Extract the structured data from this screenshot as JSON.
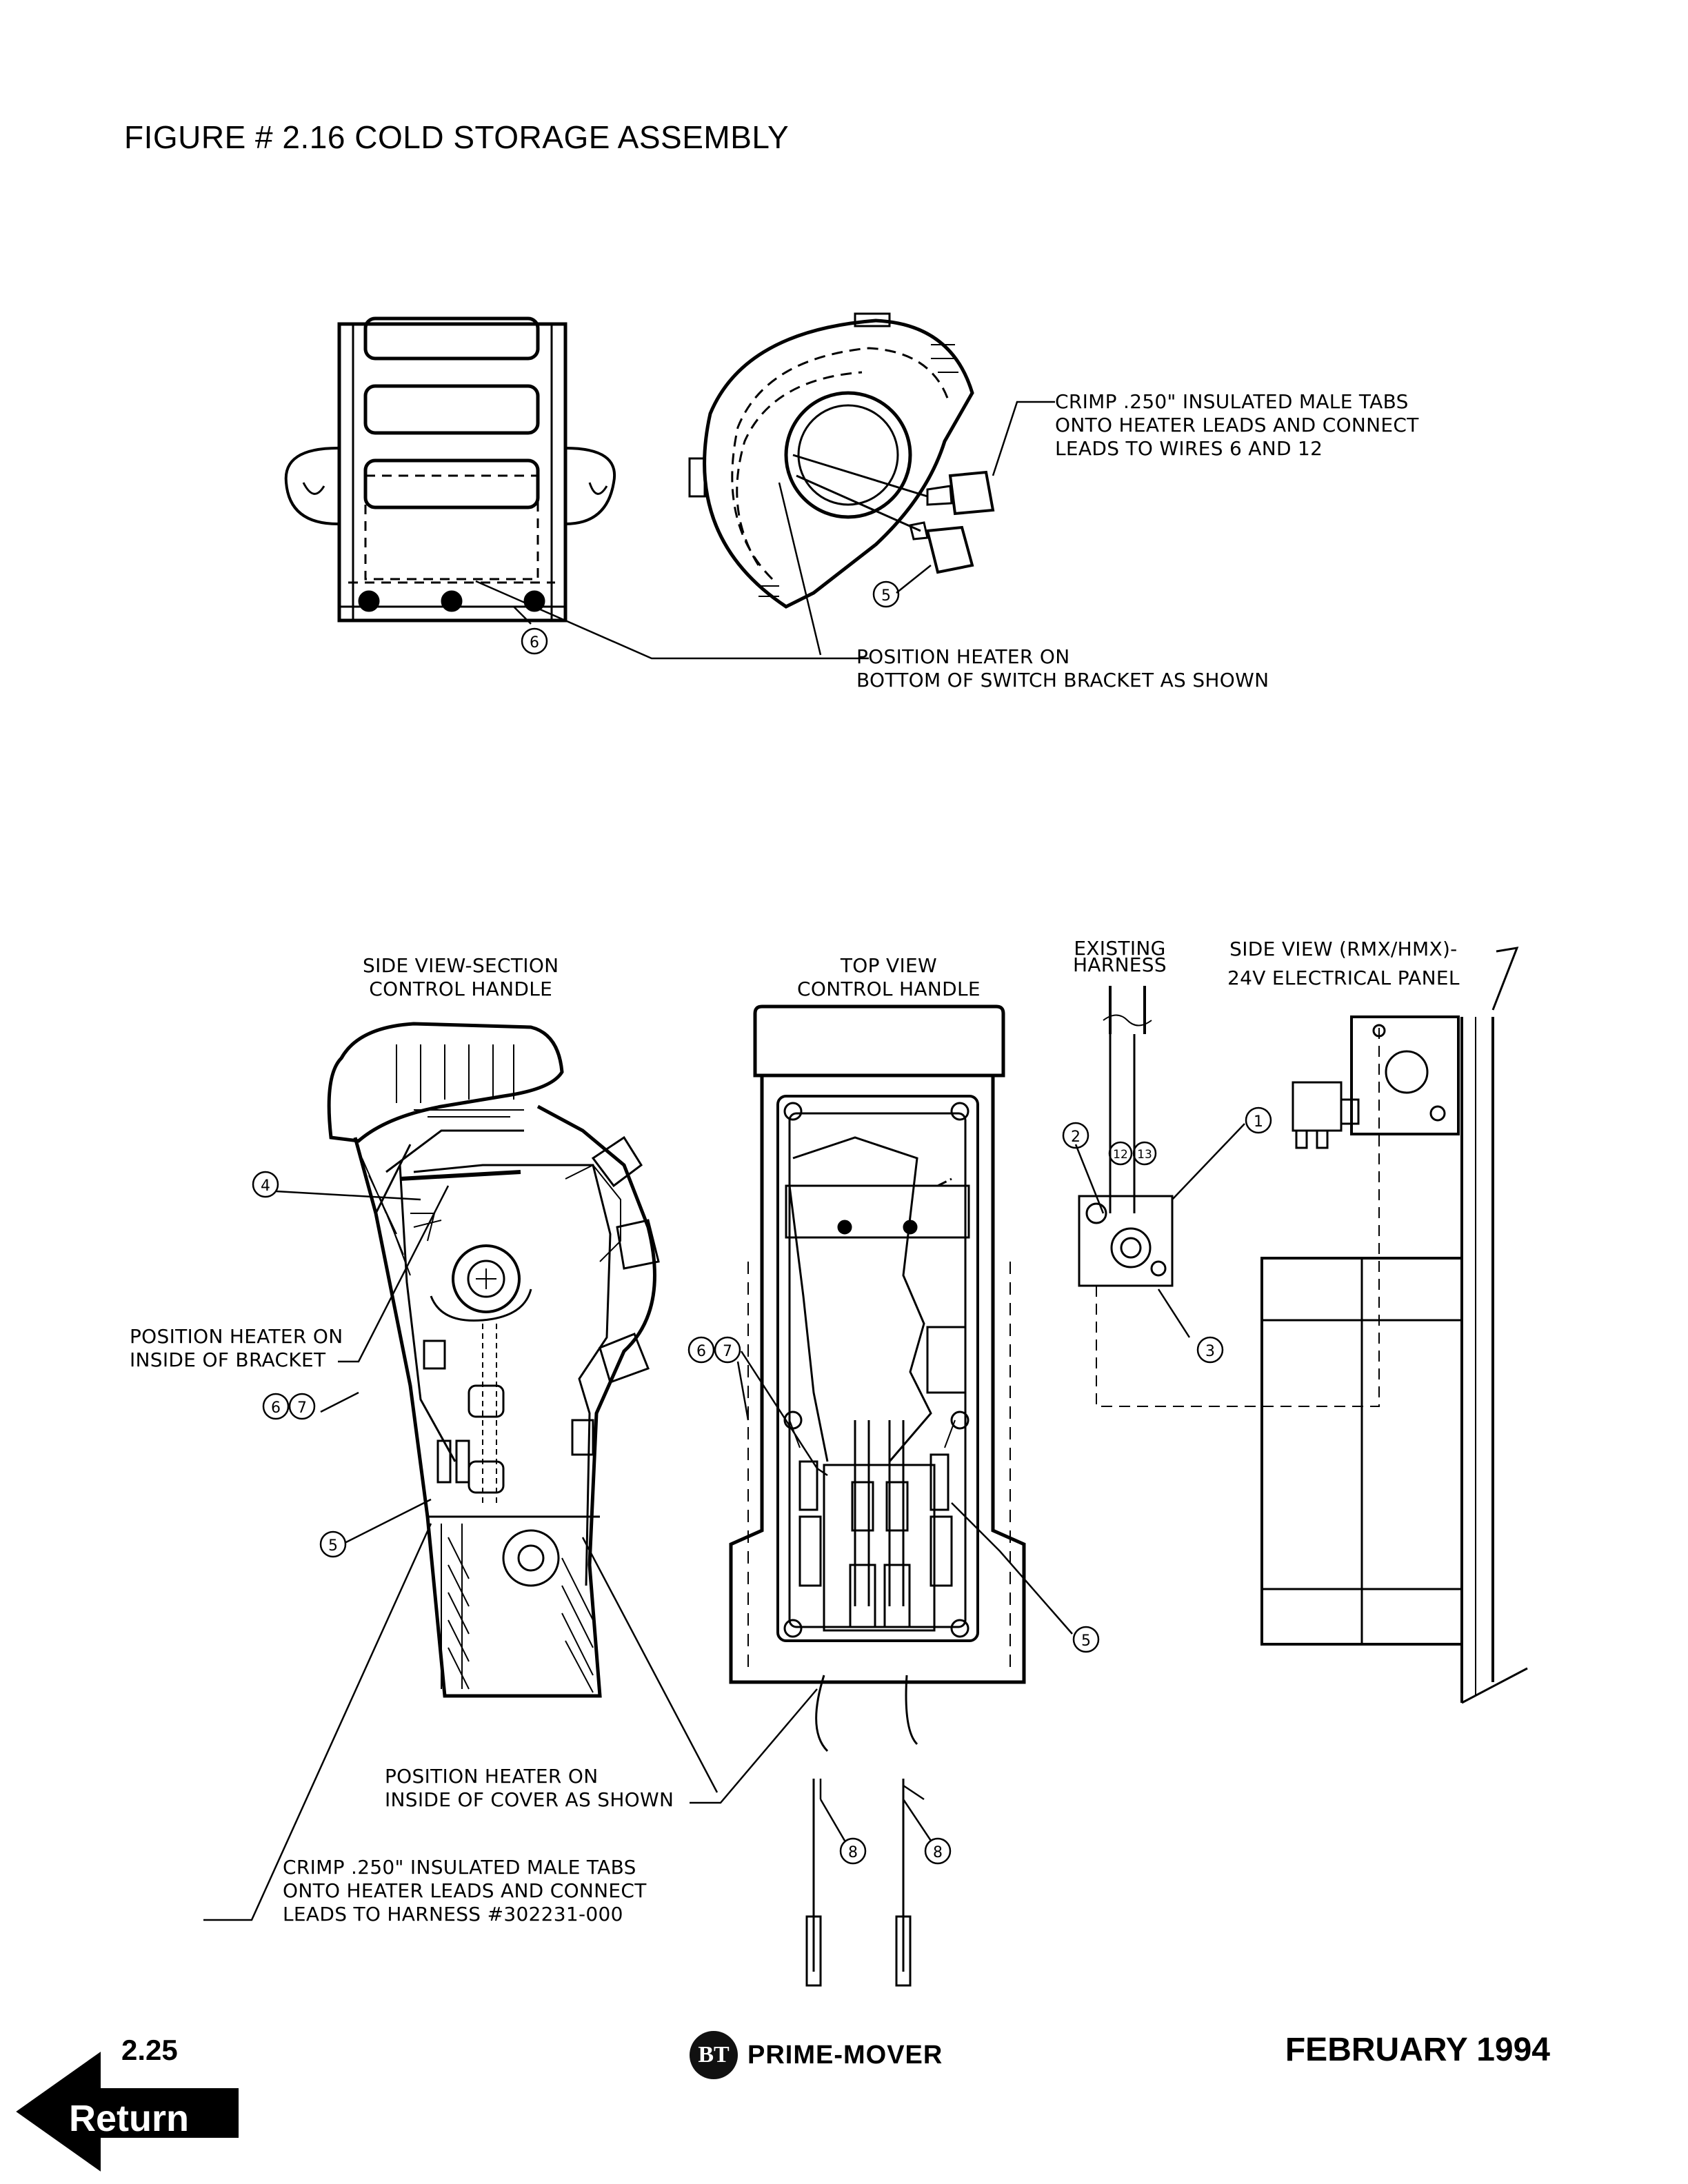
{
  "figure_title": "FIGURE # 2.16   COLD STORAGE  ASSEMBLY",
  "notes": {
    "crimp_wires": [
      "CRIMP .250\" INSULATED MALE TABS",
      "ONTO HEATER LEADS AND CONNECT",
      "LEADS TO WIRES 6 AND 12"
    ],
    "position_bracket_bottom": [
      "POSITION HEATER ON",
      "BOTTOM OF SWITCH BRACKET AS SHOWN"
    ],
    "side_view_title": [
      "SIDE VIEW-SECTION",
      "CONTROL HANDLE"
    ],
    "top_view_title": [
      "TOP VIEW",
      "CONTROL HANDLE"
    ],
    "existing_harness": [
      "EXISTING",
      "HARNESS"
    ],
    "panel_view_title": [
      "SIDE VIEW (RMX/HMX)-",
      "24V ELECTRICAL PANEL"
    ],
    "position_inside_bracket": [
      "POSITION HEATER ON",
      "INSIDE OF BRACKET"
    ],
    "position_inside_cover": [
      "POSITION HEATER ON",
      "INSIDE OF COVER AS SHOWN"
    ],
    "crimp_harness": [
      "CRIMP .250\" INSULATED MALE TABS",
      "ONTO HEATER LEADS AND CONNECT",
      "LEADS TO HARNESS #302231-000"
    ]
  },
  "callouts": {
    "item1": "1",
    "item2": "2",
    "item3": "3",
    "item4": "4",
    "item5": "5",
    "item6": "6",
    "item7": "7",
    "item8": "8",
    "wire12": "12",
    "wire13": "13"
  },
  "footer": {
    "page": "2.25",
    "logo": "BT",
    "brand": "PRIME-MOVER",
    "date": "FEBRUARY 1994",
    "return_label": "Return"
  }
}
